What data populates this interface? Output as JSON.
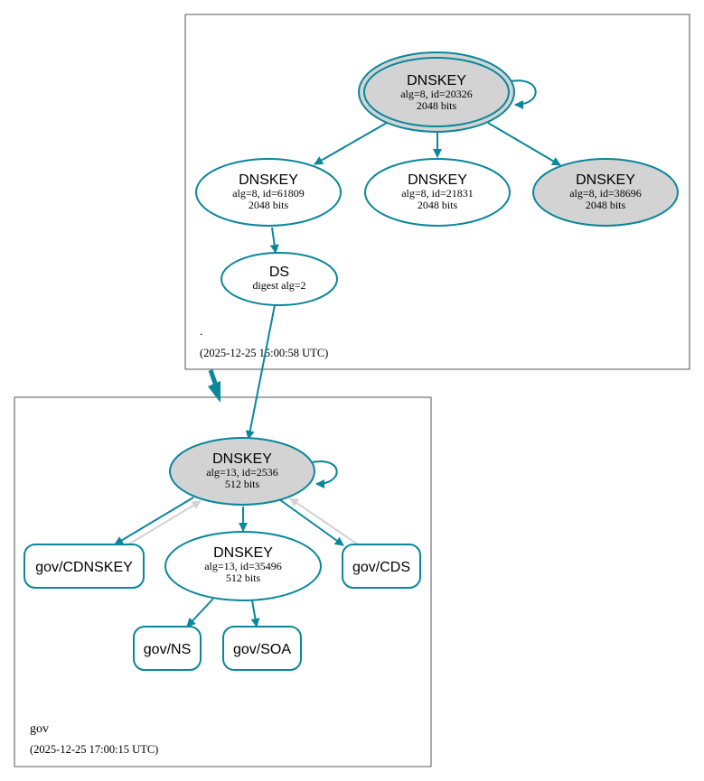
{
  "zones": {
    "root": {
      "name": ".",
      "timestamp": "(2025-12-25 15:00:58 UTC)"
    },
    "gov": {
      "name": "gov",
      "timestamp": "(2025-12-25 17:00:15 UTC)"
    }
  },
  "nodes": {
    "root_ksk": {
      "title": "DNSKEY",
      "line1": "alg=8, id=20326",
      "line2": "2048 bits"
    },
    "root_zsk_61809": {
      "title": "DNSKEY",
      "line1": "alg=8, id=61809",
      "line2": "2048 bits"
    },
    "root_zsk_21831": {
      "title": "DNSKEY",
      "line1": "alg=8, id=21831",
      "line2": "2048 bits"
    },
    "root_zsk_38696": {
      "title": "DNSKEY",
      "line1": "alg=8, id=38696",
      "line2": "2048 bits"
    },
    "gov_ds": {
      "title": "DS",
      "line1": "digest alg=2"
    },
    "gov_ksk": {
      "title": "DNSKEY",
      "line1": "alg=13, id=2536",
      "line2": "512 bits"
    },
    "gov_zsk": {
      "title": "DNSKEY",
      "line1": "alg=13, id=35496",
      "line2": "512 bits"
    },
    "gov_cdnskey": {
      "label": "gov/CDNSKEY"
    },
    "gov_cds": {
      "label": "gov/CDS"
    },
    "gov_ns": {
      "label": "gov/NS"
    },
    "gov_soa": {
      "label": "gov/SOA"
    }
  },
  "colors": {
    "edge": "#0a879a",
    "filled_node": "#d3d3d3",
    "empty_node": "#ffffff",
    "faded_edge": "#d3d3d3",
    "zone_border": "#555555"
  }
}
